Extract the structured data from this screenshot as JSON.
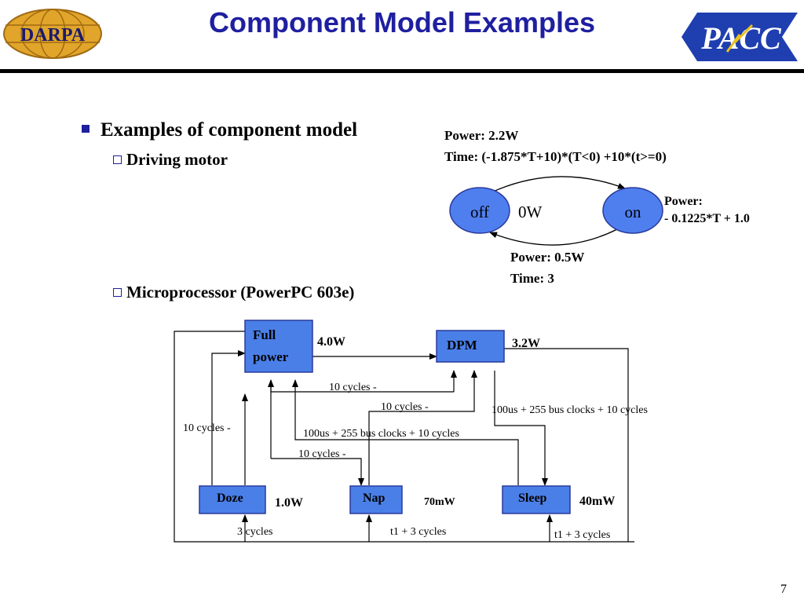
{
  "title": "Component Model Examples",
  "logos": {
    "left": "DARPA",
    "right": "PACC"
  },
  "bullets": {
    "main": "Examples of component model",
    "sub1": "Driving motor",
    "sub2": "Microprocessor (PowerPC 603e)"
  },
  "motor": {
    "state_off": "off",
    "state_on": "on",
    "off_power": "0W",
    "top_power": "Power: 2.2W",
    "top_time": "Time: (-1.875*T+10)*(T<0) +10*(t>=0)",
    "on_power_label": "Power:",
    "on_power_expr": "- 0.1225*T + 1.0",
    "bottom_power": "Power: 0.5W",
    "bottom_time": "Time: 3"
  },
  "cpu": {
    "full_power_line1": "Full",
    "full_power_line2": "power",
    "full_power_watt": "4.0W",
    "dpm": "DPM",
    "dpm_watt": "3.2W",
    "doze": "Doze",
    "doze_watt": "1.0W",
    "nap": "Nap",
    "nap_watt": "70mW",
    "sleep": "Sleep",
    "sleep_watt": "40mW",
    "lbl_doze_cycles": "10 cycles -",
    "lbl_full_dpm_cycles": "10 cycles -",
    "lbl_nap_dpm_cycles": "10 cycles -",
    "lbl_nap_full_cycles": "10 cycles -",
    "lbl_full_sleep_bus": "100us + 255 bus clocks + 10 cycles",
    "lbl_dpm_sleep_bus": "100us + 255 bus clocks + 10 cycles",
    "lbl_doze_3cycles": "3 cycles",
    "lbl_nap_t1": "t1 + 3 cycles",
    "lbl_sleep_t1": "t1 + 3 cycles"
  },
  "page_number": "7",
  "colors": {
    "title": "#1f1fa0",
    "state_fill": "#4f7fef",
    "box_fill": "#4a7fe8"
  }
}
